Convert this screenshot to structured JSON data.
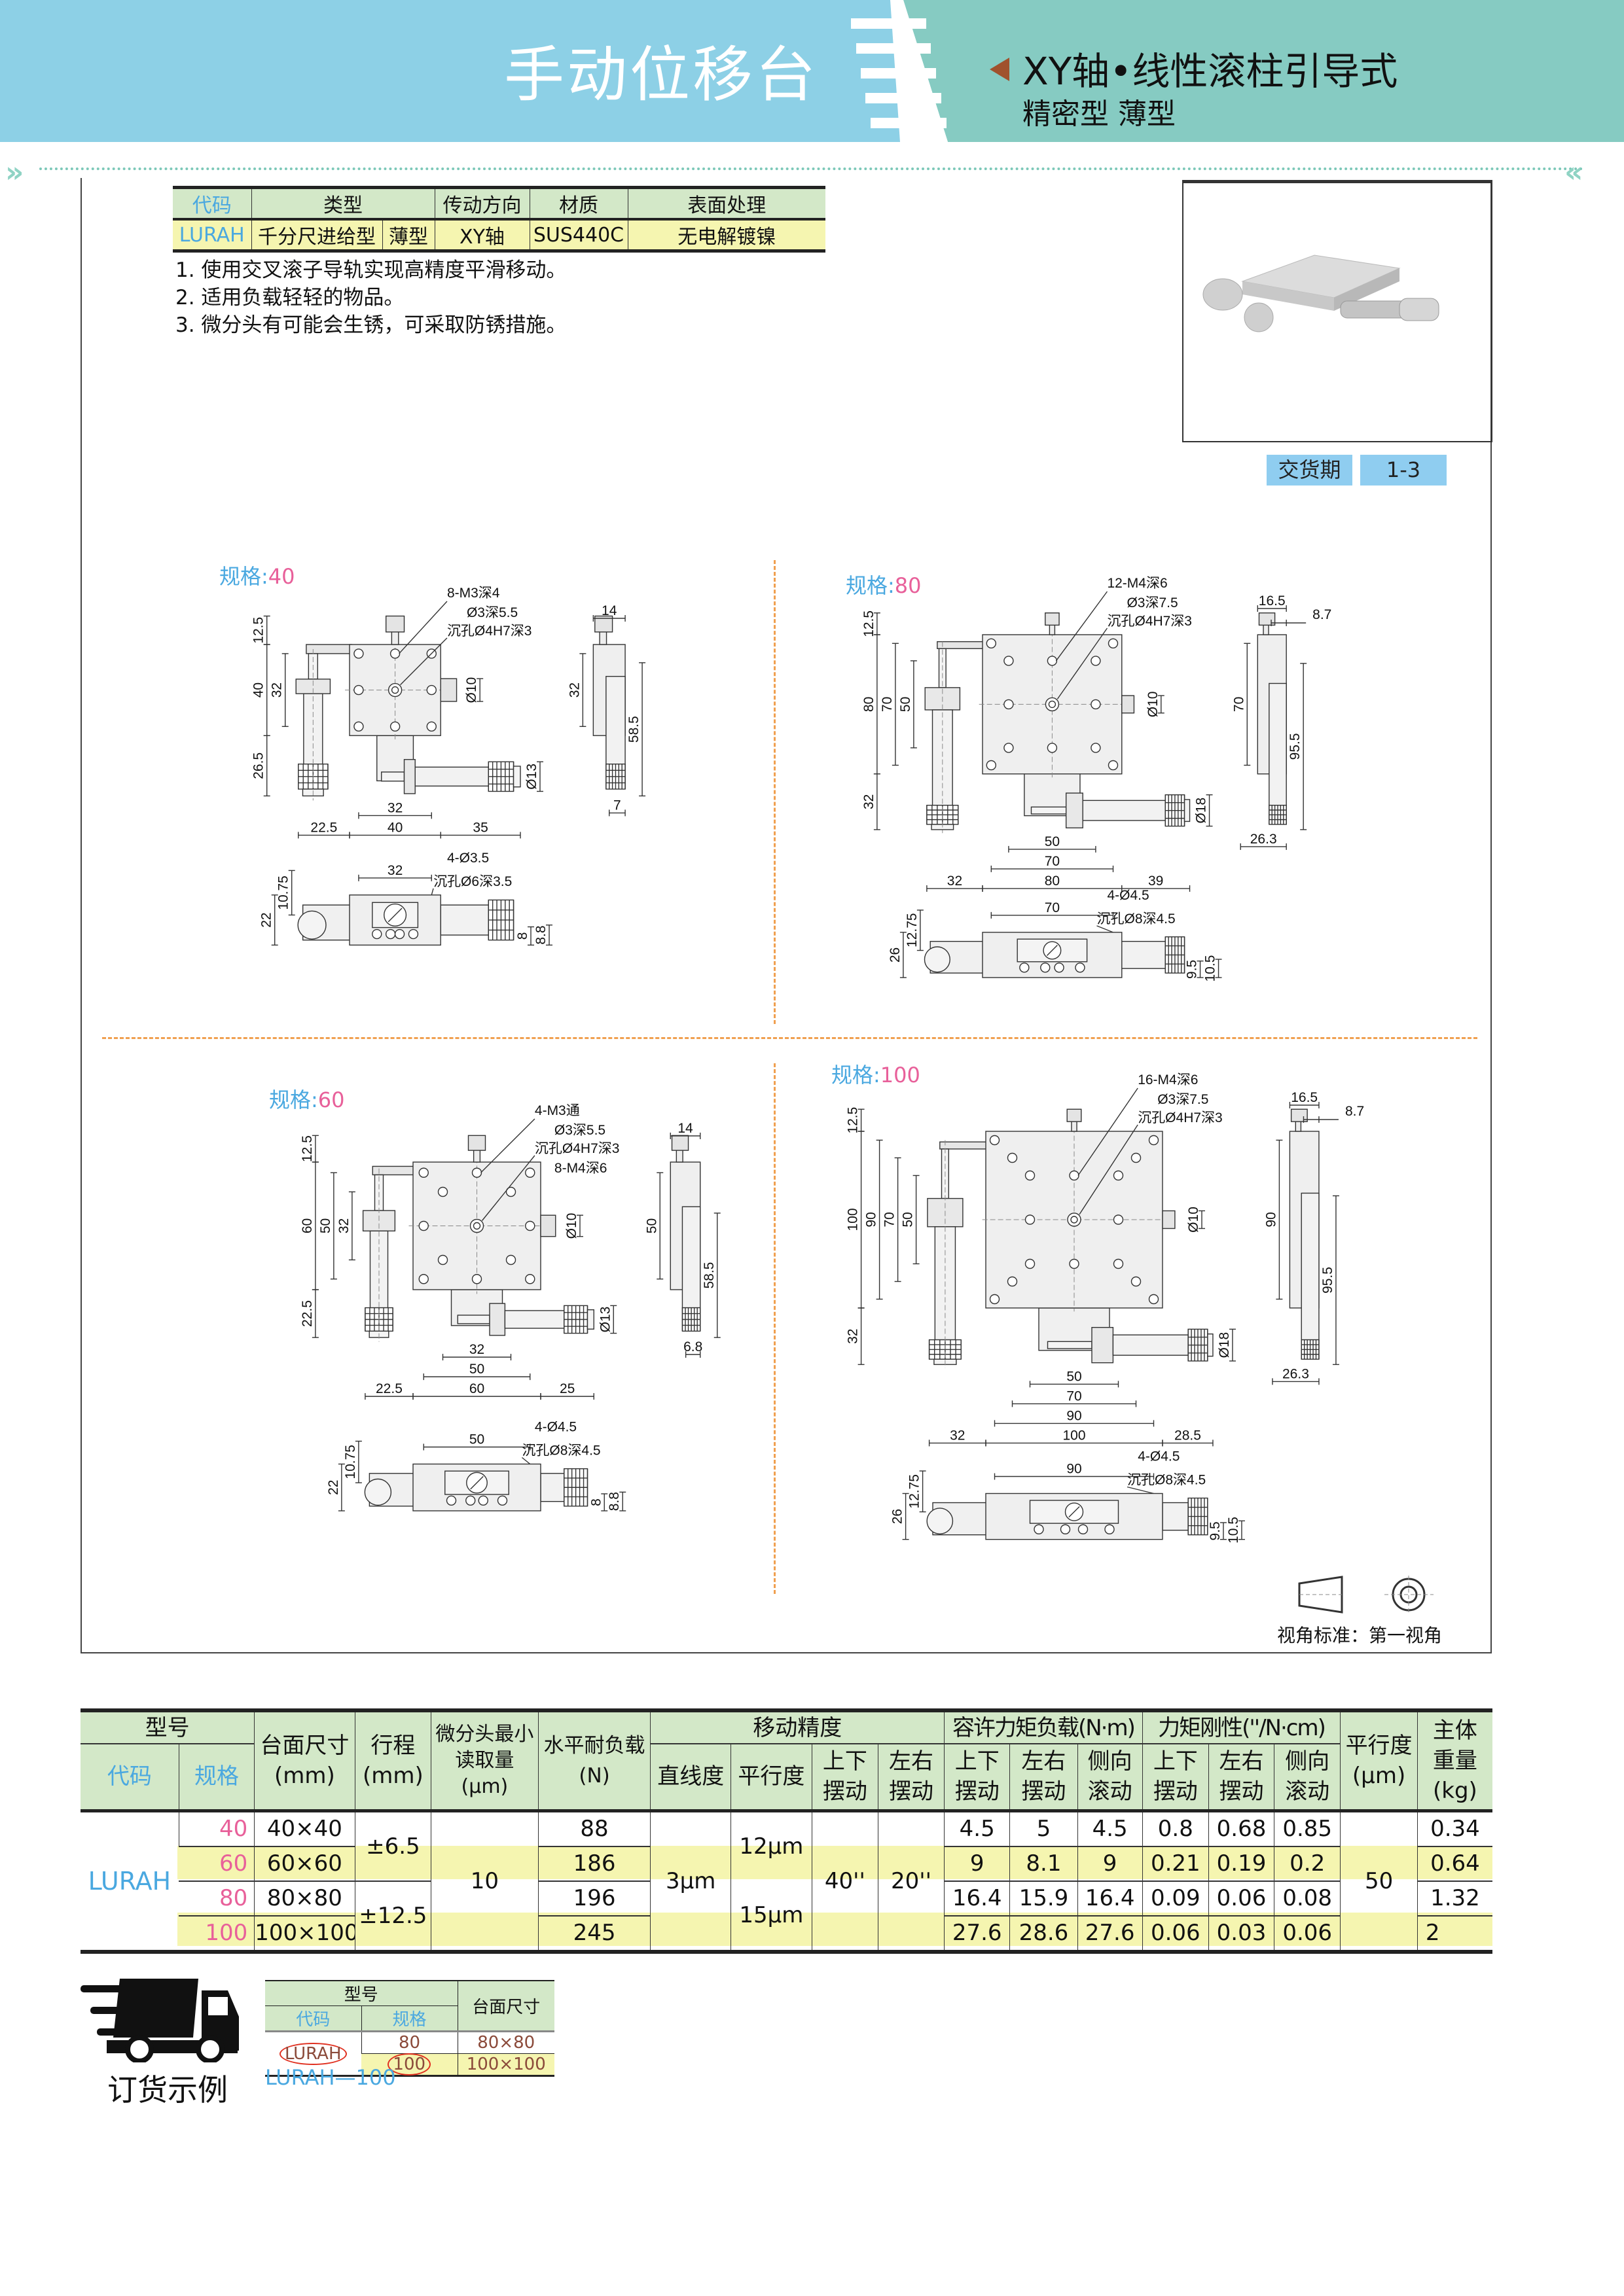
{
  "header": {
    "title": "手动位移台",
    "subtitle": "XY轴•线性滚柱引导式",
    "subtitle2": "精密型  薄型"
  },
  "spec_table": {
    "headers": [
      "代码",
      "类型",
      "传动方向",
      "材质",
      "表面处理"
    ],
    "row": [
      "LURAH",
      "千分尺进给型",
      "薄型",
      "XY轴",
      "SUS440C",
      "无电解镀镍"
    ]
  },
  "notes": [
    "1. 使用交叉滚子导轨实现高精度平滑移动。",
    "2. 适用负载轻轻的物品。",
    "3. 微分头有可能会生锈，可采取防锈措施。"
  ],
  "delivery": {
    "label": "交货期",
    "value": "1-3"
  },
  "drawings": [
    {
      "spec_label": "规格:",
      "spec": "40",
      "holes": "8-M3深4",
      "pin1": "Ø3深5.5",
      "pin2": "沉孔Ø4H7深3",
      "top": "12.5",
      "vert": [
        "40",
        "32"
      ],
      "bottom": "26.5",
      "knob": "Ø10",
      "knurl": "Ø13",
      "horiz": [
        "32",
        "40"
      ],
      "left": "22.5",
      "right": "35",
      "side_w": "14",
      "side_h": "58.5",
      "side_v": "32",
      "side_b": "7",
      "bv_h1": "10.75",
      "bv_h2": "22",
      "bv_pitch": "32",
      "bv_c1": "4-Ø3.5",
      "bv_c2": "沉孔Ø6深3.5",
      "bv_d1": "8",
      "bv_d2": "8.8"
    },
    {
      "spec_label": "规格:",
      "spec": "80",
      "holes": "12-M4深6",
      "pin1": "Ø3深7.5",
      "pin2": "沉孔Ø4H7深3",
      "top": "12.5",
      "vert": [
        "80",
        "70",
        "50"
      ],
      "bottom": "32",
      "knob": "Ø10",
      "knurl": "Ø18",
      "horiz": [
        "50",
        "70",
        "80"
      ],
      "left": "32",
      "right": "39",
      "side_w": "16.5",
      "side_off": "8.7",
      "side_h": "95.5",
      "side_v": "70",
      "side_b": "26.3",
      "bv_h1": "12.75",
      "bv_h2": "26",
      "bv_pitch": "70",
      "bv_c1": "4-Ø4.5",
      "bv_c2": "沉孔Ø8深4.5",
      "bv_d1": "9.5",
      "bv_d2": "10.5"
    },
    {
      "spec_label": "规格:",
      "spec": "60",
      "holes": "4-M3通",
      "pin1": "Ø3深5.5",
      "pin2": "沉孔Ø4H7深3",
      "extra": "8-M4深6",
      "top": "12.5",
      "vert": [
        "60",
        "50",
        "32"
      ],
      "bottom": "22.5",
      "knob": "Ø10",
      "knurl": "Ø13",
      "horiz": [
        "32",
        "50",
        "60"
      ],
      "left": "22.5",
      "right": "25",
      "side_w": "14",
      "side_h": "58.5",
      "side_v": "50",
      "side_b": "6.8",
      "bv_h1": "10.75",
      "bv_h2": "22",
      "bv_pitch": "50",
      "bv_c1": "4-Ø4.5",
      "bv_c2": "沉孔Ø8深4.5",
      "bv_d1": "8",
      "bv_d2": "8.8"
    },
    {
      "spec_label": "规格:",
      "spec": "100",
      "holes": "16-M4深6",
      "pin1": "Ø3深7.5",
      "pin2": "沉孔Ø4H7深3",
      "top": "12.5",
      "vert": [
        "100",
        "90",
        "70",
        "50"
      ],
      "bottom": "32",
      "knob": "Ø10",
      "knurl": "Ø18",
      "horiz": [
        "50",
        "70",
        "90",
        "100"
      ],
      "left": "32",
      "right": "28.5",
      "side_w": "16.5",
      "side_off": "8.7",
      "side_h": "95.5",
      "side_v": "90",
      "side_b": "26.3",
      "bv_h1": "12.75",
      "bv_h2": "26",
      "bv_pitch": "90",
      "bv_c1": "4-Ø4.5",
      "bv_c2": "沉孔Ø8深4.5",
      "bv_d1": "9.5",
      "bv_d2": "10.5"
    }
  ],
  "view_standard": "视角标准：第一视角",
  "spec_grid": {
    "headers": {
      "model": "型号",
      "code": "代码",
      "spec": "规格",
      "size": "台面尺寸\n(mm)",
      "stroke": "行程\n(mm)",
      "micro": "微分头最小\n读取量\n(μm)",
      "load": "水平耐负载\n(N)",
      "accuracy": "移动精度",
      "straight": "直线度",
      "parallel": "平行度",
      "acc_pitch": "上下\n摆动",
      "acc_yaw": "左右\n摆动",
      "moment": "容许力矩负载(N·m)",
      "m_pitch": "上下\n摆动",
      "m_yaw": "左右\n摆动",
      "m_roll": "侧向\n滚动",
      "stiffness": "力矩刚性(''/N·cm)",
      "s_pitch": "上下\n摆动",
      "s_yaw": "左右\n摆动",
      "s_roll": "侧向\n滚动",
      "flatness": "平行度\n(μm)",
      "weight": "主体\n重量\n(kg)"
    },
    "code": "LURAH",
    "stroke": [
      "±6.5",
      "±12.5"
    ],
    "micro": "10",
    "straight": "3μm",
    "parallel": [
      "12μm",
      "15μm"
    ],
    "acc_pitch": "40''",
    "acc_yaw": "20''",
    "flatness": "50",
    "rows": [
      {
        "spec": "40",
        "size": "40×40",
        "load": "88",
        "m": [
          "4.5",
          "5",
          "4.5"
        ],
        "s": [
          "0.8",
          "0.68",
          "0.85"
        ],
        "weight": "0.34"
      },
      {
        "spec": "60",
        "size": "60×60",
        "load": "186",
        "m": [
          "9",
          "8.1",
          "9"
        ],
        "s": [
          "0.21",
          "0.19",
          "0.2"
        ],
        "weight": "0.64"
      },
      {
        "spec": "80",
        "size": "80×80",
        "load": "196",
        "m": [
          "16.4",
          "15.9",
          "16.4"
        ],
        "s": [
          "0.09",
          "0.06",
          "0.08"
        ],
        "weight": "1.32"
      },
      {
        "spec": "100",
        "size": "100×100",
        "load": "245",
        "m": [
          "27.6",
          "28.6",
          "27.6"
        ],
        "s": [
          "0.06",
          "0.03",
          "0.06"
        ],
        "weight": "2"
      }
    ]
  },
  "order_example": {
    "title": "订货示例",
    "headers": {
      "model": "型号",
      "code": "代码",
      "spec": "规格",
      "size": "台面尺寸"
    },
    "code": "LURAH",
    "rows": [
      {
        "spec": "80",
        "size": "80×80"
      },
      {
        "spec": "100",
        "size": "100×100"
      }
    ],
    "result": "LURAH—100"
  },
  "colors": {
    "blue": "#4aa8e0",
    "pink": "#e8609a",
    "header_green": "#d3e8c8",
    "row_yellow": "#f5f5b0",
    "banner_blue": "#8dd0e6",
    "banner_teal": "#86cbc2"
  }
}
